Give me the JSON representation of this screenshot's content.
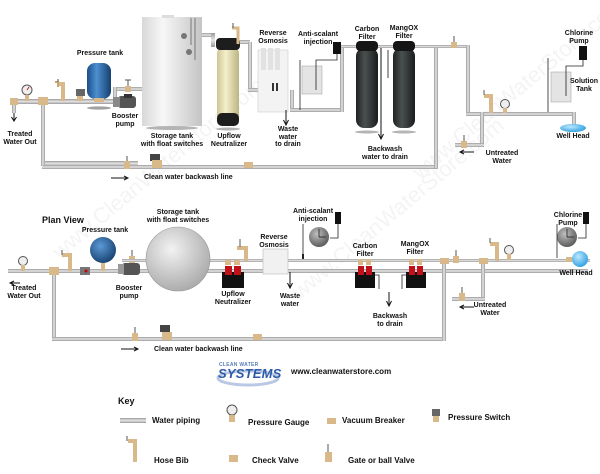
{
  "elevation_view": {
    "labels": {
      "pressure_tank": "Pressure tank",
      "booster_pump": "Booster\npump",
      "storage_tank": "Storage tank\nwith float switches",
      "upflow_neutralizer": "Upflow\nNeutralizer",
      "reverse_osmosis": "Reverse\nOsmosis",
      "anti_scalant": "Anti-scalant\ninjection",
      "waste_water": "Waste water\nto drain",
      "carbon_filter": "Carbon\nFilter",
      "mangox_filter": "MangOX\nFilter",
      "backwash": "Backwash\nwater to drain",
      "chlorine_pump": "Chlorine\nPump",
      "solution_tank": "Solution\nTank",
      "well_head": "Well Head",
      "untreated_water": "Untreated\nWater",
      "treated_water_out": "Treated\nWater Out",
      "backwash_line": "Clean water backwash line"
    }
  },
  "plan_view": {
    "title": "Plan View",
    "labels": {
      "pressure_tank": "Pressure tank",
      "booster_pump": "Booster\npump",
      "storage_tank": "Storage tank\nwith float switches",
      "upflow_neutralizer": "Upflow\nNeutralizer",
      "reverse_osmosis": "Reverse\nOsmosis",
      "anti_scalant": "Anti-scalant\ninjection",
      "waste_water": "Waste\nwater",
      "carbon_filter": "Carbon\nFilter",
      "mangox_filter": "MangOX\nFilter",
      "backwash": "Backwash\nto drain",
      "chlorine_pump": "Chlorine\nPump",
      "well_head": "Well Head",
      "untreated_water": "Untreated\nWater",
      "treated_water_out": "Treated\nWater Out",
      "backwash_line": "Clean water backwash line"
    }
  },
  "brand": {
    "logo_top": "CLEAN WATER",
    "logo_main": "SYSTEMS",
    "url": "www.cleanwaterstore.com"
  },
  "key": {
    "title": "Key",
    "items": [
      {
        "icon": "water-piping-icon",
        "label": "Water piping"
      },
      {
        "icon": "pressure-gauge-icon",
        "label": "Pressure Gauge"
      },
      {
        "icon": "vacuum-breaker-icon",
        "label": "Vacuum Breaker"
      },
      {
        "icon": "pressure-switch-icon",
        "label": "Pressure Switch"
      },
      {
        "icon": "hose-bib-icon",
        "label": "Hose Bib"
      },
      {
        "icon": "check-valve-icon",
        "label": "Check Valve"
      },
      {
        "icon": "gate-valve-icon",
        "label": "Gate or ball Valve"
      }
    ]
  },
  "colors": {
    "pipe": "#c8c8c8",
    "pipe_edge": "#8a8a8a",
    "brass": "#d9b98a",
    "pressure_tank_blue": "#2f6fb0",
    "filter_dark": "#2a2e2e",
    "neutralizer_tan": "#e8e0b0",
    "valve_red": "#c0101a",
    "well_water": "#4fb6f0",
    "logo_blue": "#2d5aa8"
  }
}
